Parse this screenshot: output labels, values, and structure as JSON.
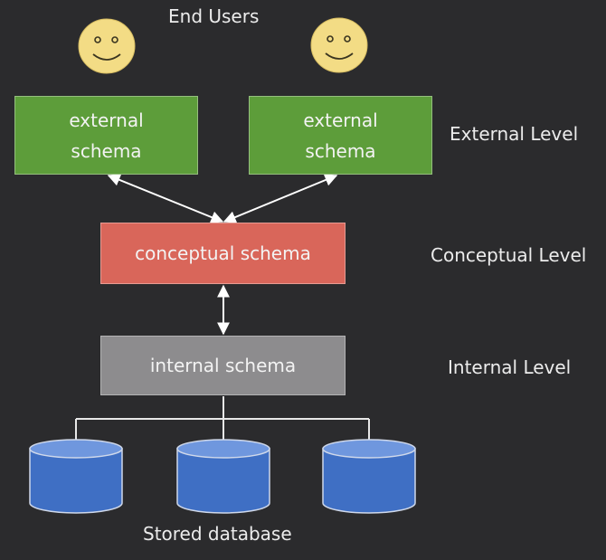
{
  "top_label": "End Users",
  "external_boxes": [
    {
      "line1": "external",
      "line2": "schema"
    },
    {
      "line1": "external",
      "line2": "schema"
    }
  ],
  "conceptual_box": "conceptual schema",
  "internal_box": "internal schema",
  "levels": {
    "external": "External Level",
    "conceptual": "Conceptual Level",
    "internal": "Internal Level"
  },
  "bottom_label": "Stored database",
  "colors": {
    "background": "#2b2b2d",
    "external": "#5d9d3a",
    "conceptual": "#d9665a",
    "internal": "#8d8c8e",
    "database": "#3f6fc4",
    "face": "#f3dc85"
  }
}
